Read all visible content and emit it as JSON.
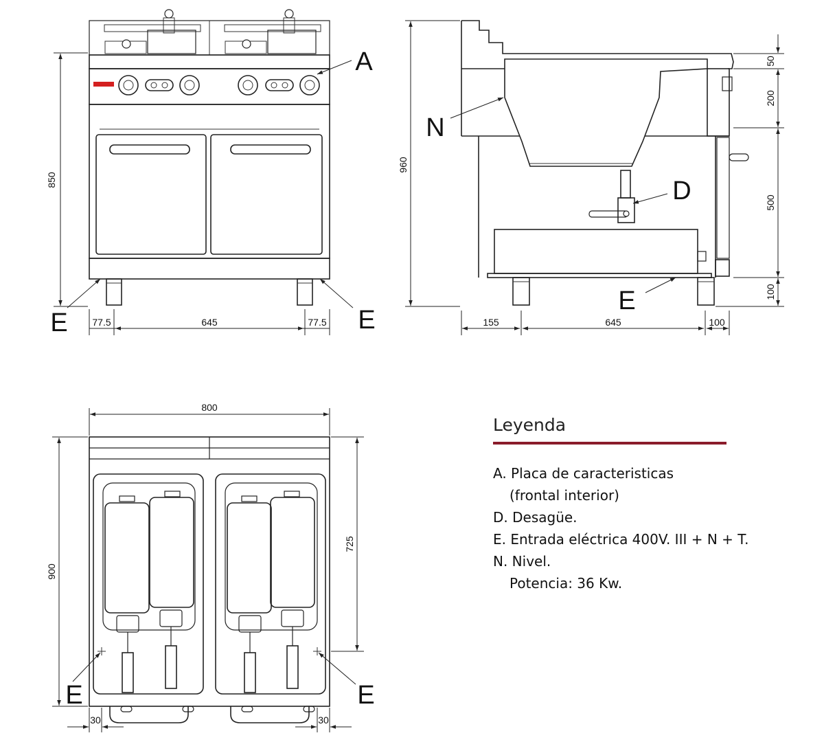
{
  "front_view": {
    "height_label": "850",
    "width_labels": [
      "77.5",
      "645",
      "77.5"
    ],
    "callout_a": "A",
    "callout_e_left": "E",
    "callout_e_right": "E"
  },
  "side_view": {
    "total_height_label": "960",
    "right_labels": [
      "50",
      "200",
      "500",
      "100"
    ],
    "bottom_labels": [
      "155",
      "645",
      "100"
    ],
    "callout_n": "N",
    "callout_d": "D",
    "callout_e": "E"
  },
  "top_view": {
    "width_label": "800",
    "depth_label": "900",
    "inner_depth_label": "725",
    "edge_labels": [
      "30",
      "30"
    ],
    "callout_e_left": "E",
    "callout_e_right": "E"
  },
  "legend": {
    "title": "Leyenda",
    "accent_color": "#8a1c2b",
    "lines": [
      "A. Placa de caracteristicas",
      "(frontal interior)",
      "D. Desagüe.",
      "E. Entrada eléctrica 400V. III + N + T.",
      "N. Nivel.",
      "Potencia: 36 Kw."
    ]
  },
  "brand_mark_color": "#d42020"
}
